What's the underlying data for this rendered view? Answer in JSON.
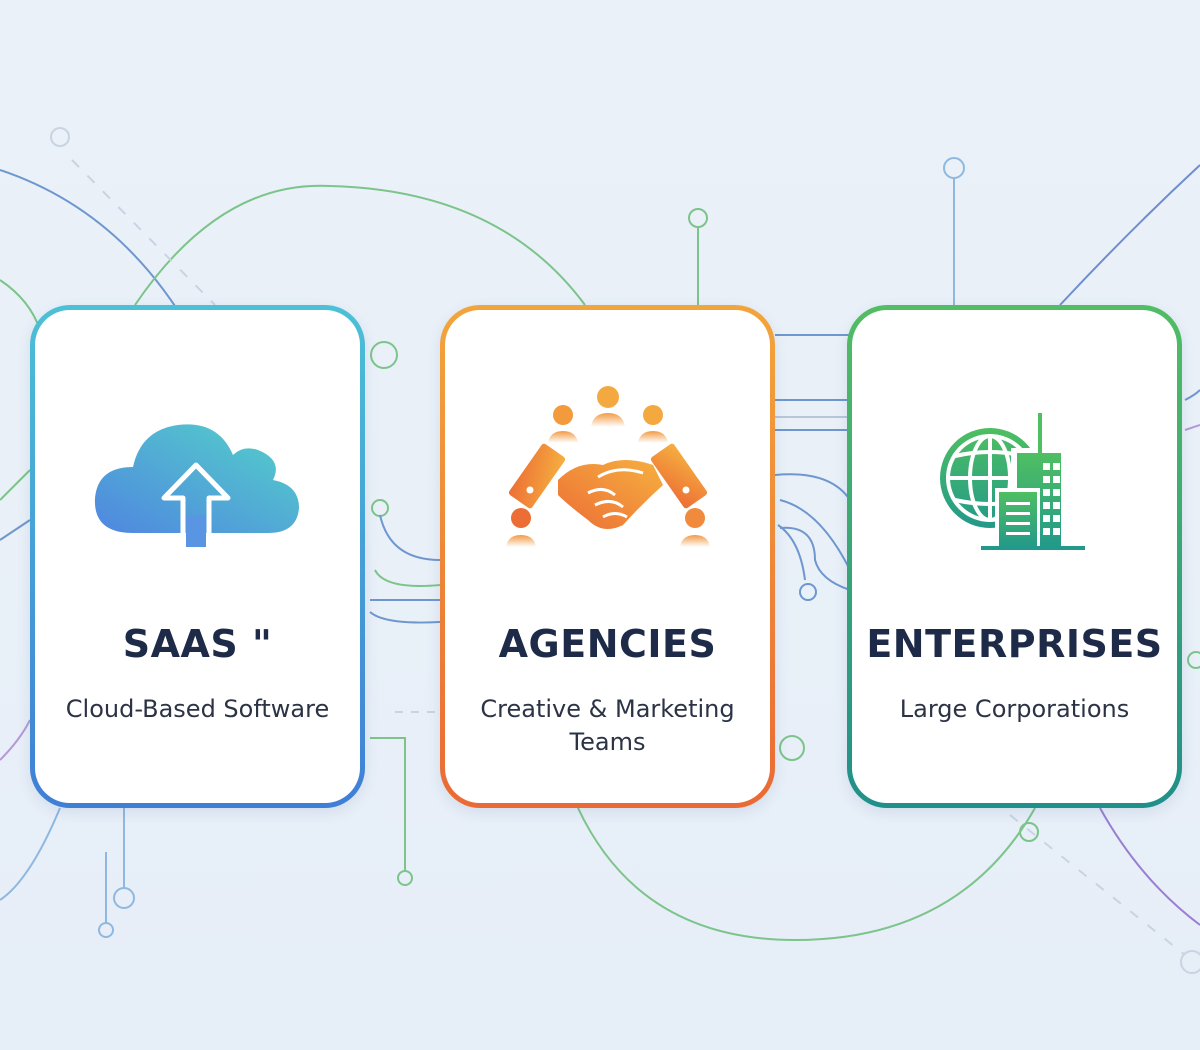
{
  "cards": [
    {
      "title": "SAAS \"",
      "subtitle": "Cloud-Based Software",
      "icon": "cloud-upload-icon",
      "accent_colors": [
        "#4cc0d6",
        "#3f7fd6"
      ]
    },
    {
      "title": "AGENCIES",
      "subtitle": "Creative & Marketing Teams",
      "icon": "handshake-team-icon",
      "accent_colors": [
        "#f2a53c",
        "#ea6a35"
      ]
    },
    {
      "title": "ENTERPRISES",
      "subtitle": "Large Corporations",
      "icon": "globe-building-icon",
      "accent_colors": [
        "#52bd63",
        "#20908a"
      ]
    }
  ],
  "background": {
    "color": "#e9f0f8",
    "decoration": "circuit-lines-and-nodes"
  }
}
